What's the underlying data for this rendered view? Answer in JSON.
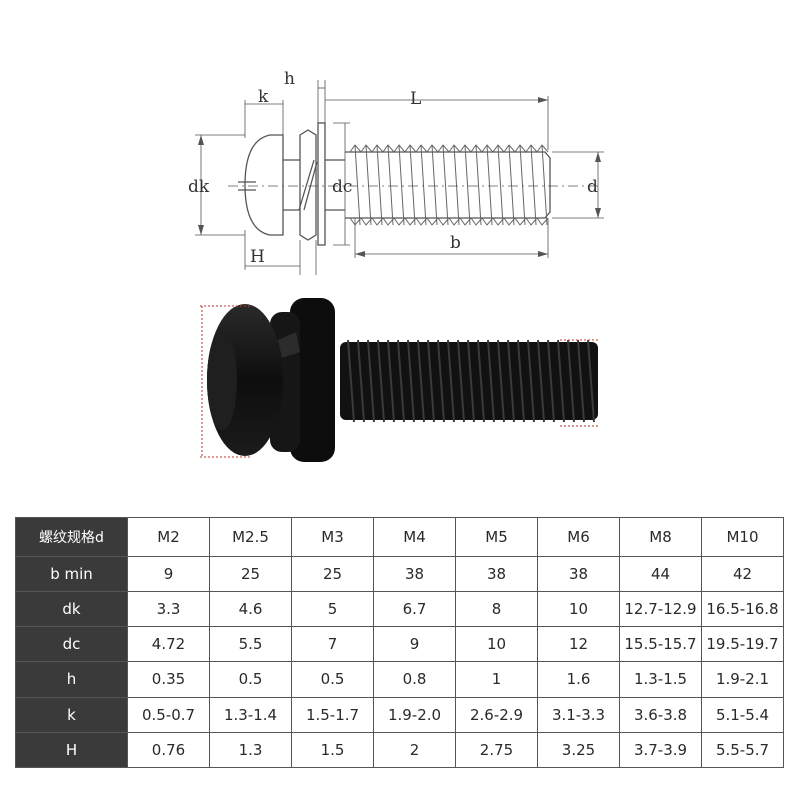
{
  "diagram": {
    "labels": {
      "k": "k",
      "h": "h",
      "L": "L",
      "dk": "dk",
      "dc": "dc",
      "d": "d",
      "H": "H",
      "b": "b"
    }
  },
  "table": {
    "header_label": "螺纹规格d",
    "sizes": [
      "M2",
      "M2.5",
      "M3",
      "M4",
      "M5",
      "M6",
      "M8",
      "M10"
    ],
    "rows": [
      {
        "label": "b min",
        "values": [
          "9",
          "25",
          "25",
          "38",
          "38",
          "38",
          "44",
          "42"
        ]
      },
      {
        "label": "dk",
        "values": [
          "3.3",
          "4.6",
          "5",
          "6.7",
          "8",
          "10",
          "12.7-12.9",
          "16.5-16.8"
        ]
      },
      {
        "label": "dc",
        "values": [
          "4.72",
          "5.5",
          "7",
          "9",
          "10",
          "12",
          "15.5-15.7",
          "19.5-19.7"
        ]
      },
      {
        "label": "h",
        "values": [
          "0.35",
          "0.5",
          "0.5",
          "0.8",
          "1",
          "1.6",
          "1.3-1.5",
          "1.9-2.1"
        ]
      },
      {
        "label": "k",
        "values": [
          "0.5-0.7",
          "1.3-1.4",
          "1.5-1.7",
          "1.9-2.0",
          "2.6-2.9",
          "3.1-3.3",
          "3.6-3.8",
          "5.1-5.4"
        ]
      },
      {
        "label": "H",
        "values": [
          "0.76",
          "1.3",
          "1.5",
          "2",
          "2.75",
          "3.25",
          "3.7-3.9",
          "5.5-5.7"
        ]
      }
    ]
  }
}
